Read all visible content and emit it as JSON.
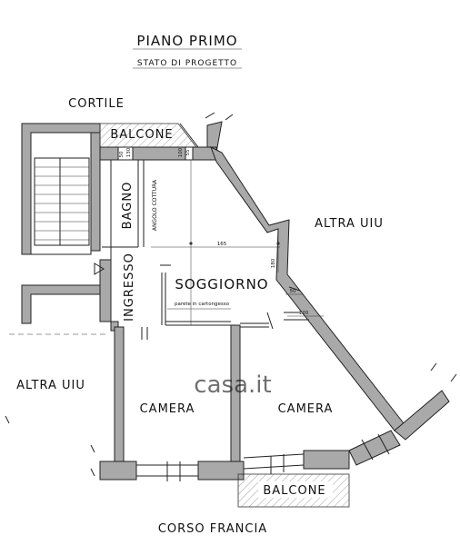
{
  "title": "PIANO PRIMO",
  "subtitle": "STATO DI PROGETTO",
  "labels": {
    "cortile": "CORTILE",
    "balcone_top": "BALCONE",
    "bagno": "BAGNO",
    "angolo_cottura": "ANGOLO COTTURA",
    "ingresso": "INGRESSO",
    "soggiorno": "SOGGIORNO",
    "parete": "parete in cartongesso",
    "altra_uiu_right": "ALTRA UIU",
    "altra_uiu_left": "ALTRA UIU",
    "camera_left": "CAMERA",
    "camera_right": "CAMERA",
    "balcone_bottom": "BALCONE",
    "street": "CORSO FRANCIA"
  },
  "dimensions": {
    "d1": "50",
    "d2": "130",
    "d3": "100",
    "d4": "55",
    "d5": "165",
    "d6": "180",
    "d7": "50",
    "d8": "120"
  },
  "watermark": "casa.it"
}
